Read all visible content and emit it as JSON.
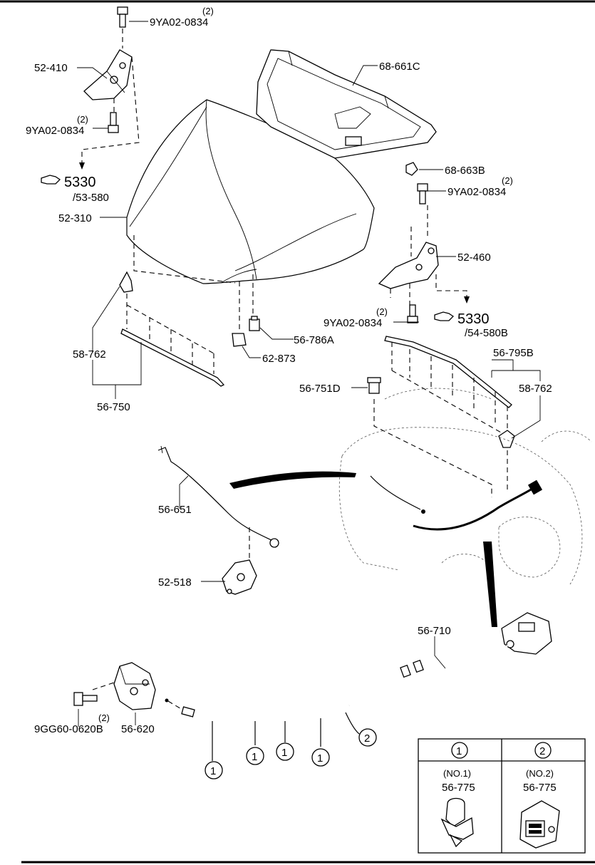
{
  "labels": {
    "p_9ya02_top": "9YA02-0834",
    "q_9ya02_top": "(2)",
    "p_52_410": "52-410",
    "q_9ya02_left": "(2)",
    "p_9ya02_left": "9YA02-0834",
    "ref_5330_a": "5330",
    "ref_53_580": "/53-580",
    "p_52_310": "52-310",
    "p_68_661c": "68-661C",
    "p_68_663b": "68-663B",
    "q_9ya02_right": "(2)",
    "p_9ya02_right": "9YA02-0834",
    "p_52_460": "52-460",
    "q_9ya02_mid": "(2)",
    "p_9ya02_mid": "9YA02-0834",
    "ref_5330_b": "5330",
    "ref_54_580b": "/54-580B",
    "p_56_786a": "56-786A",
    "p_62_873": "62-873",
    "p_58_762_left": "58-762",
    "p_56_750": "56-750",
    "p_56_795b": "56-795B",
    "p_58_762_right": "58-762",
    "p_56_751d": "56-751D",
    "p_56_651": "56-651",
    "p_52_518": "52-518",
    "p_56_710": "56-710",
    "q_9gg60": "(2)",
    "p_9gg60": "9GG60-0620B",
    "p_56_620": "56-620",
    "callout_1": "1",
    "callout_2": "2"
  },
  "legend": {
    "col1_key": "1",
    "col2_key": "2",
    "col1_no": "(NO.1)",
    "col1_part": "56-775",
    "col2_no": "(NO.2)",
    "col2_part": "56-775"
  }
}
